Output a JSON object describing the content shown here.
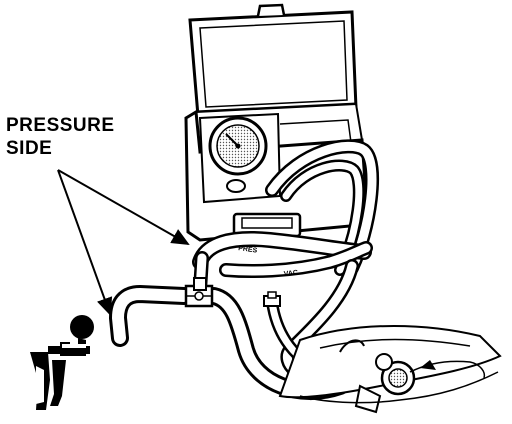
{
  "callout": {
    "line1": "PRESSURE",
    "line2": "SIDE"
  },
  "hose_labels": {
    "pressure": "PRES",
    "vacuum": "VAC"
  },
  "colors": {
    "ink": "#000000",
    "paper": "#ffffff",
    "shade": "#cfcfcf"
  }
}
